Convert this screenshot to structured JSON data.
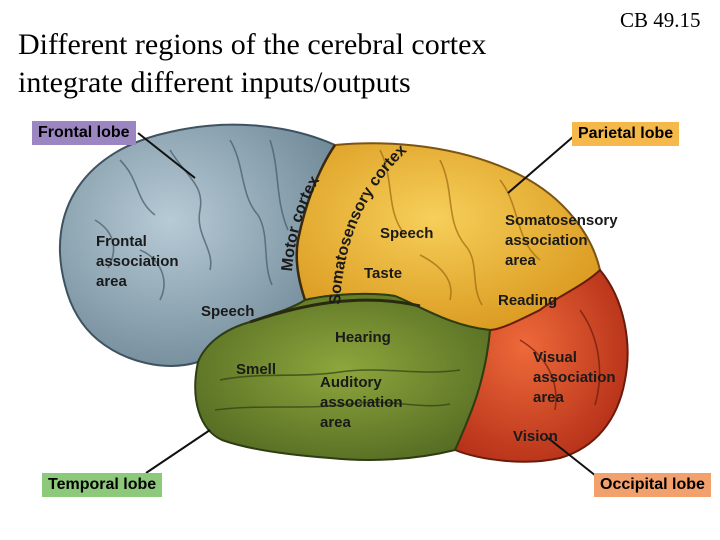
{
  "slide": {
    "title_line1": "Different regions of the cerebral cortex",
    "title_line2": "integrate different inputs/outputs",
    "reference": "CB 49.15"
  },
  "lobes": {
    "frontal": {
      "label": "Frontal lobe",
      "color": "#9b86c2"
    },
    "parietal": {
      "label": "Parietal lobe",
      "color": "#f5b84a"
    },
    "temporal": {
      "label": "Temporal lobe",
      "color": "#8cc97a"
    },
    "occipital": {
      "label": "Occipital lobe",
      "color": "#f2a06c"
    }
  },
  "regions": {
    "motor_cortex": "Motor cortex",
    "somatosensory_cortex": "Somatosensory cortex",
    "frontal_association": [
      "Frontal",
      "association",
      "area"
    ],
    "speech_frontal": "Speech",
    "speech_parietal": "Speech",
    "taste": "Taste",
    "somatosensory_association": [
      "Somatosensory",
      "association",
      "area"
    ],
    "reading": "Reading",
    "hearing": "Hearing",
    "smell": "Smell",
    "auditory_association": [
      "Auditory",
      "association",
      "area"
    ],
    "visual_association": [
      "Visual",
      "association",
      "area"
    ],
    "vision": "Vision"
  },
  "colors": {
    "frontal_fill": "#8fa6b4",
    "parietal_fill": "#e9b12c",
    "temporal_fill": "#6f8a2c",
    "occipital_fill": "#d94424",
    "cerebellum_fill": "#a35a3c"
  }
}
